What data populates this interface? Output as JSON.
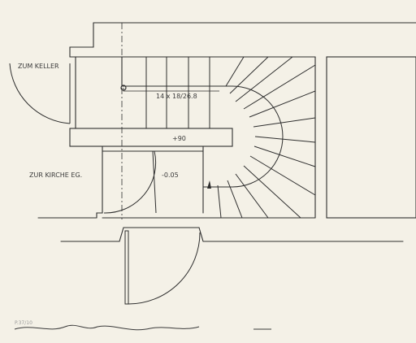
{
  "labels": {
    "cellar": "ZUM KELLER",
    "church": "ZUR KIRCHE EG.",
    "stair_spec": "14 x 18/26.8",
    "landing_level": "+90",
    "floor_level": "-0.05",
    "footer_note": "P.37/10"
  },
  "colors": {
    "paper": "#f4f1e7",
    "line": "#2e2e2e",
    "faint": "#9a9a9a"
  }
}
